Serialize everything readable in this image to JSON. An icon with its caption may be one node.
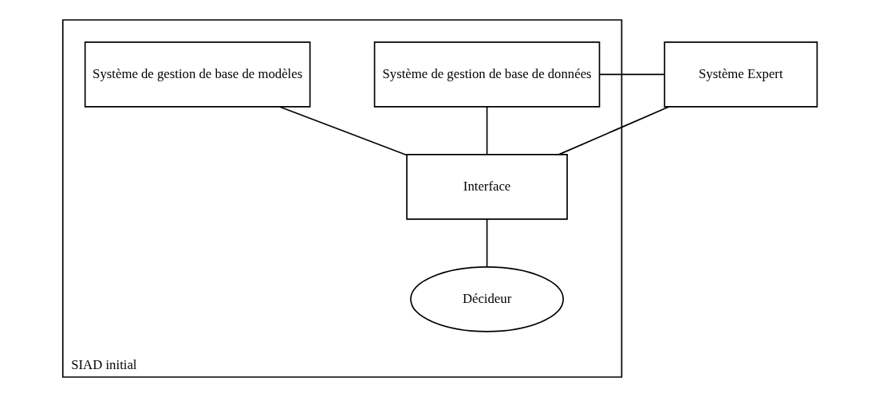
{
  "diagram": {
    "nodes": [
      {
        "text": [
          "SIAD initial"
        ]
      },
      {
        "text": [
          "Système de gestion de base de données"
        ],
        "in": 0
      },
      {
        "text": [
          "Système de gestion de base de modèles"
        ],
        "in": 0
      },
      {
        "text": [
          "Interface"
        ],
        "in": 0
      },
      {
        "text": [
          "Décideur"
        ],
        "in": 0
      },
      {
        "text": [
          "Système Expert"
        ]
      }
    ],
    "edges": [
      {
        "from": 1,
        "to": 5,
        "arrow": "none"
      },
      {
        "from": 1,
        "to": 3,
        "arrow": "none"
      },
      {
        "from": 2,
        "to": 3,
        "arrow": "none"
      },
      {
        "from": 5,
        "to": 3,
        "arrow": "none"
      },
      {
        "from": 3,
        "to": 4,
        "arrow": "none"
      }
    ]
  }
}
